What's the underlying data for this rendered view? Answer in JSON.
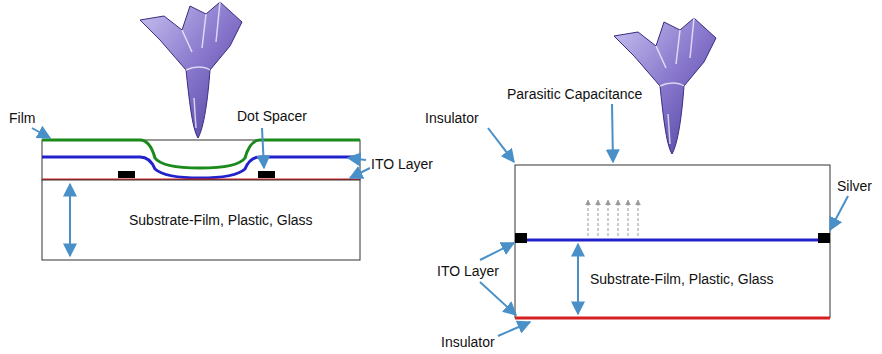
{
  "diagram": {
    "nodes": [
      {
        "text": [
          "Substrate-Film, Plastic, Glass"
        ]
      },
      {
        "text": [
          "Substrate-Film, Plastic, Glass"
        ]
      }
    ],
    "labels": [
      "Film",
      "Dot Spacer",
      "ITO Layer",
      "Parasitic Capacitance",
      "Insulator",
      "Silver",
      "ITO Layer",
      "Insulator"
    ]
  }
}
